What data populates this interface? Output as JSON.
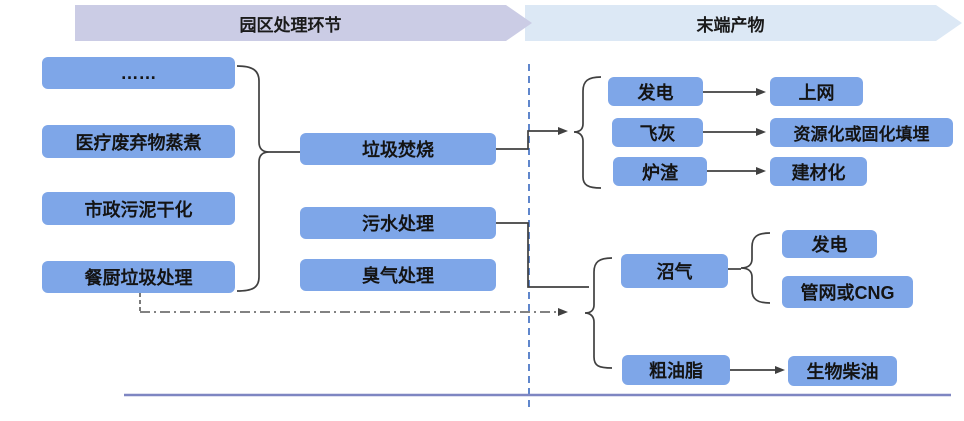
{
  "headers": {
    "park_stage": "园区处理环节",
    "end_products": "末端产物"
  },
  "sources": [
    "……",
    "医疗废弃物蒸煮",
    "市政污泥干化",
    "餐厨垃圾处理"
  ],
  "processes": [
    "垃圾焚烧",
    "污水处理",
    "臭气处理"
  ],
  "incineration_products": [
    {
      "product": "发电",
      "destination": "上网"
    },
    {
      "product": "飞灰",
      "destination": "资源化或固化填埋"
    },
    {
      "product": "炉渣",
      "destination": "建材化"
    }
  ],
  "digestion_products": {
    "biogas_label": "沼气",
    "biogas_destinations": [
      "发电",
      "管网或CNG"
    ],
    "grease_label": "粗油脂",
    "grease_destination": "生物柴油"
  },
  "colors": {
    "box_fill": "#7EA6E8",
    "park_banner_bg": "#CBCCE5",
    "end_banner_bg": "#DCE8F5",
    "divider_dashed_blue": "#4472C4",
    "baseline_blue": "#7E86C2",
    "connector_gray": "#404040",
    "dashdot_gray": "#595959",
    "text": "#1A1A1A"
  }
}
